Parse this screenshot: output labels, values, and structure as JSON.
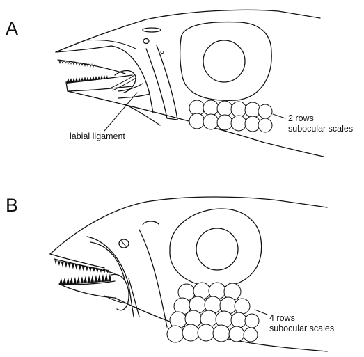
{
  "panels": [
    {
      "letter": "A",
      "callouts": {
        "ligament": "labial ligament",
        "rows_line1": "2 rows",
        "rows_line2": "subocular scales"
      }
    },
    {
      "letter": "B",
      "callouts": {
        "rows_line1": "4 rows",
        "rows_line2": "subocular scales"
      }
    }
  ]
}
